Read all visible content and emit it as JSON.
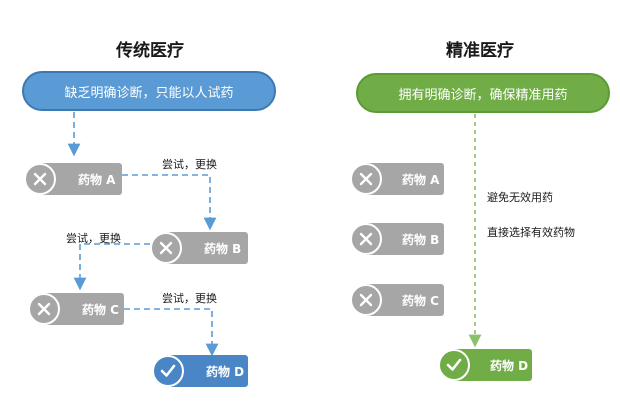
{
  "left": {
    "title": "传统医疗",
    "banner": "缺乏明确诊断，只能以人试药",
    "drugs": [
      {
        "label": "药物 A",
        "status": "rejected",
        "icon": "x-icon"
      },
      {
        "label": "药物 B",
        "status": "rejected",
        "icon": "x-icon"
      },
      {
        "label": "药物 C",
        "status": "rejected",
        "icon": "x-icon"
      },
      {
        "label": "药物 D",
        "status": "accepted",
        "icon": "check-icon"
      }
    ],
    "try_labels": [
      "尝试，更换",
      "尝试，更换",
      "尝试，更换"
    ]
  },
  "right": {
    "title": "精准医疗",
    "banner": "拥有明确诊断，确保精准用药",
    "drugs": [
      {
        "label": "药物 A",
        "status": "rejected",
        "icon": "x-icon"
      },
      {
        "label": "药物 B",
        "status": "rejected",
        "icon": "x-icon"
      },
      {
        "label": "药物 C",
        "status": "rejected",
        "icon": "x-icon"
      },
      {
        "label": "药物 D",
        "status": "accepted",
        "icon": "check-icon"
      }
    ],
    "notes": [
      "避免无效用药",
      "直接选择有效药物"
    ]
  },
  "colors": {
    "blue": "#5b9bd5",
    "green": "#70ad47",
    "gray": "#a6a6a6",
    "dash_blue": "#5b9bd5",
    "dash_green": "#8cc06a"
  }
}
